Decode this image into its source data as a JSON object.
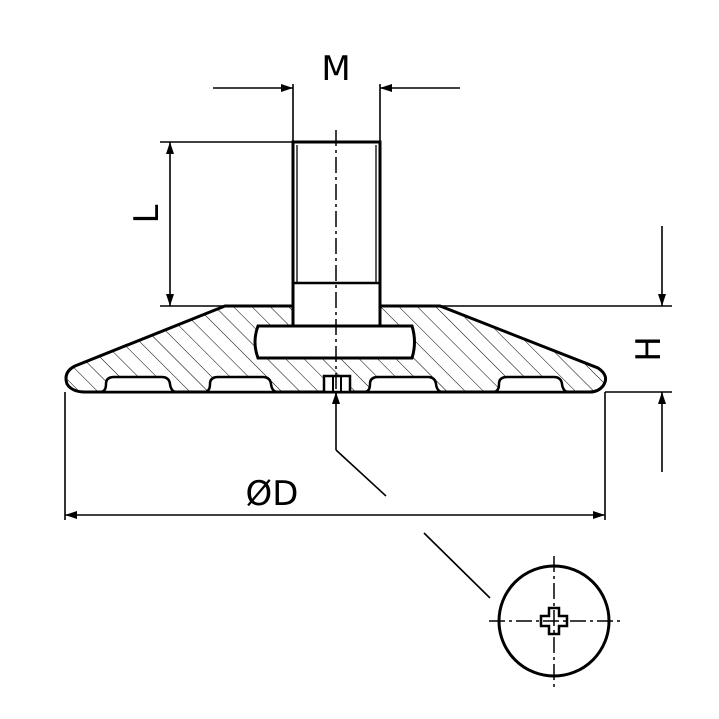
{
  "drawing": {
    "labels": {
      "thread": "M",
      "stud_length": "L",
      "height": "H",
      "diameter": "ØD"
    },
    "colors": {
      "ink": "#000000",
      "paper": "#ffffff"
    }
  }
}
